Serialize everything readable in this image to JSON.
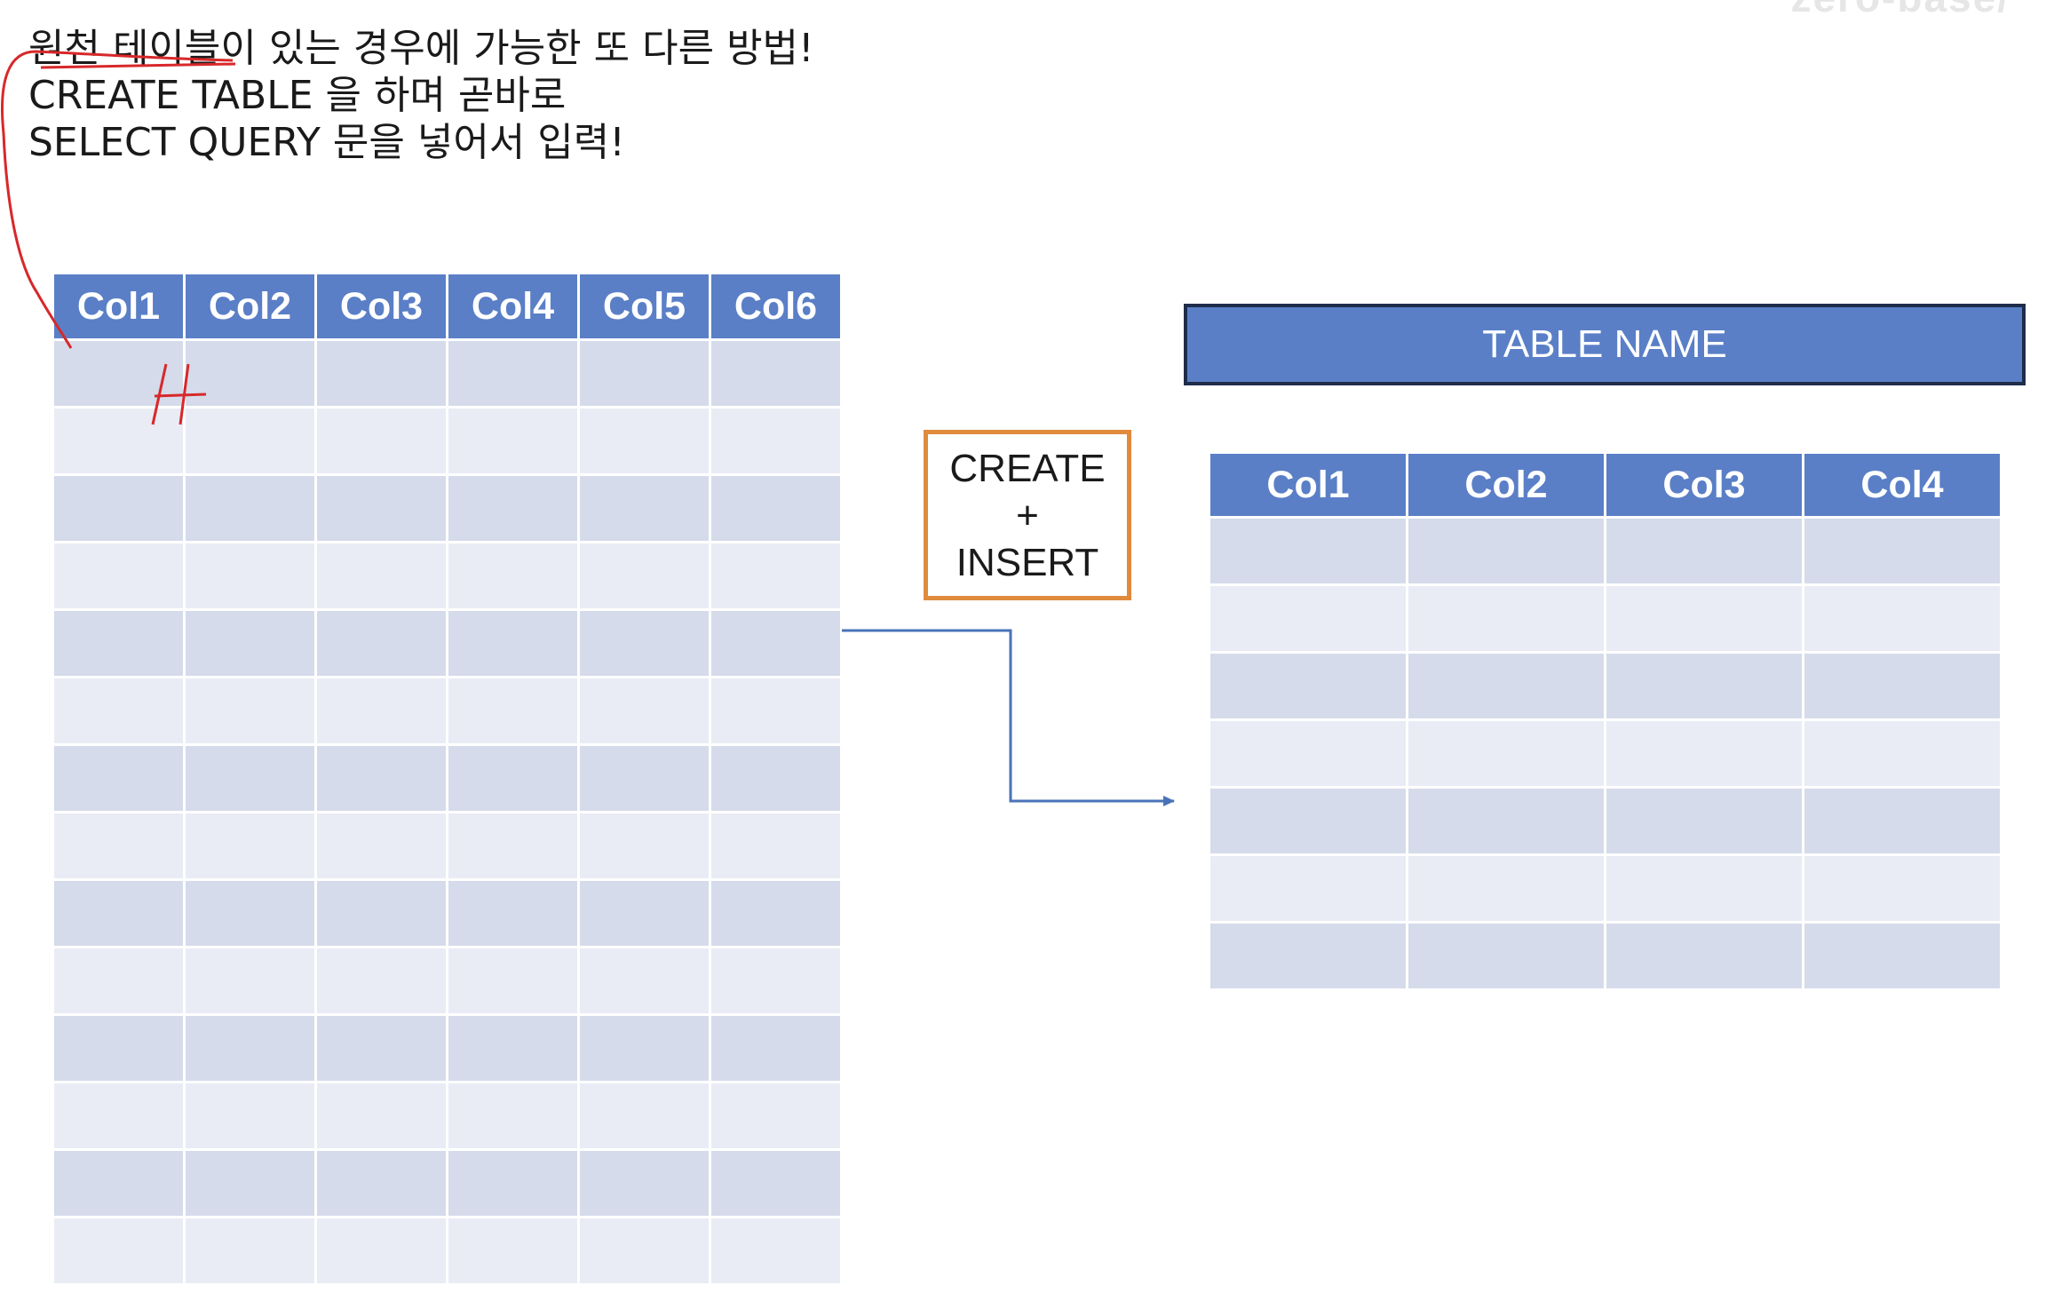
{
  "slide": {
    "heading_lines": [
      "원천 테이블이 있는 경우에 가능한 또 다른 방법!",
      "CREATE TABLE 을 하며 곧바로",
      "SELECT QUERY 문을 넣어서 입력!"
    ]
  },
  "source_table": {
    "columns": [
      "Col1",
      "Col2",
      "Col3",
      "Col4",
      "Col5",
      "Col6"
    ],
    "row_count": 14
  },
  "operation": {
    "lines": [
      "CREATE",
      "+",
      "INSERT"
    ]
  },
  "target_table": {
    "name": "TABLE NAME",
    "columns": [
      "Col1",
      "Col2",
      "Col3",
      "Col4"
    ],
    "row_count": 7
  },
  "annotation": {
    "handwritten_mark": "H"
  },
  "colors": {
    "header_fill": "#5a7fc7",
    "row_dark": "#d5dbea",
    "row_light": "#e9ecf4",
    "box_border": "#e08a3c",
    "arrow": "#4a72b8",
    "pen": "#d8282a"
  }
}
